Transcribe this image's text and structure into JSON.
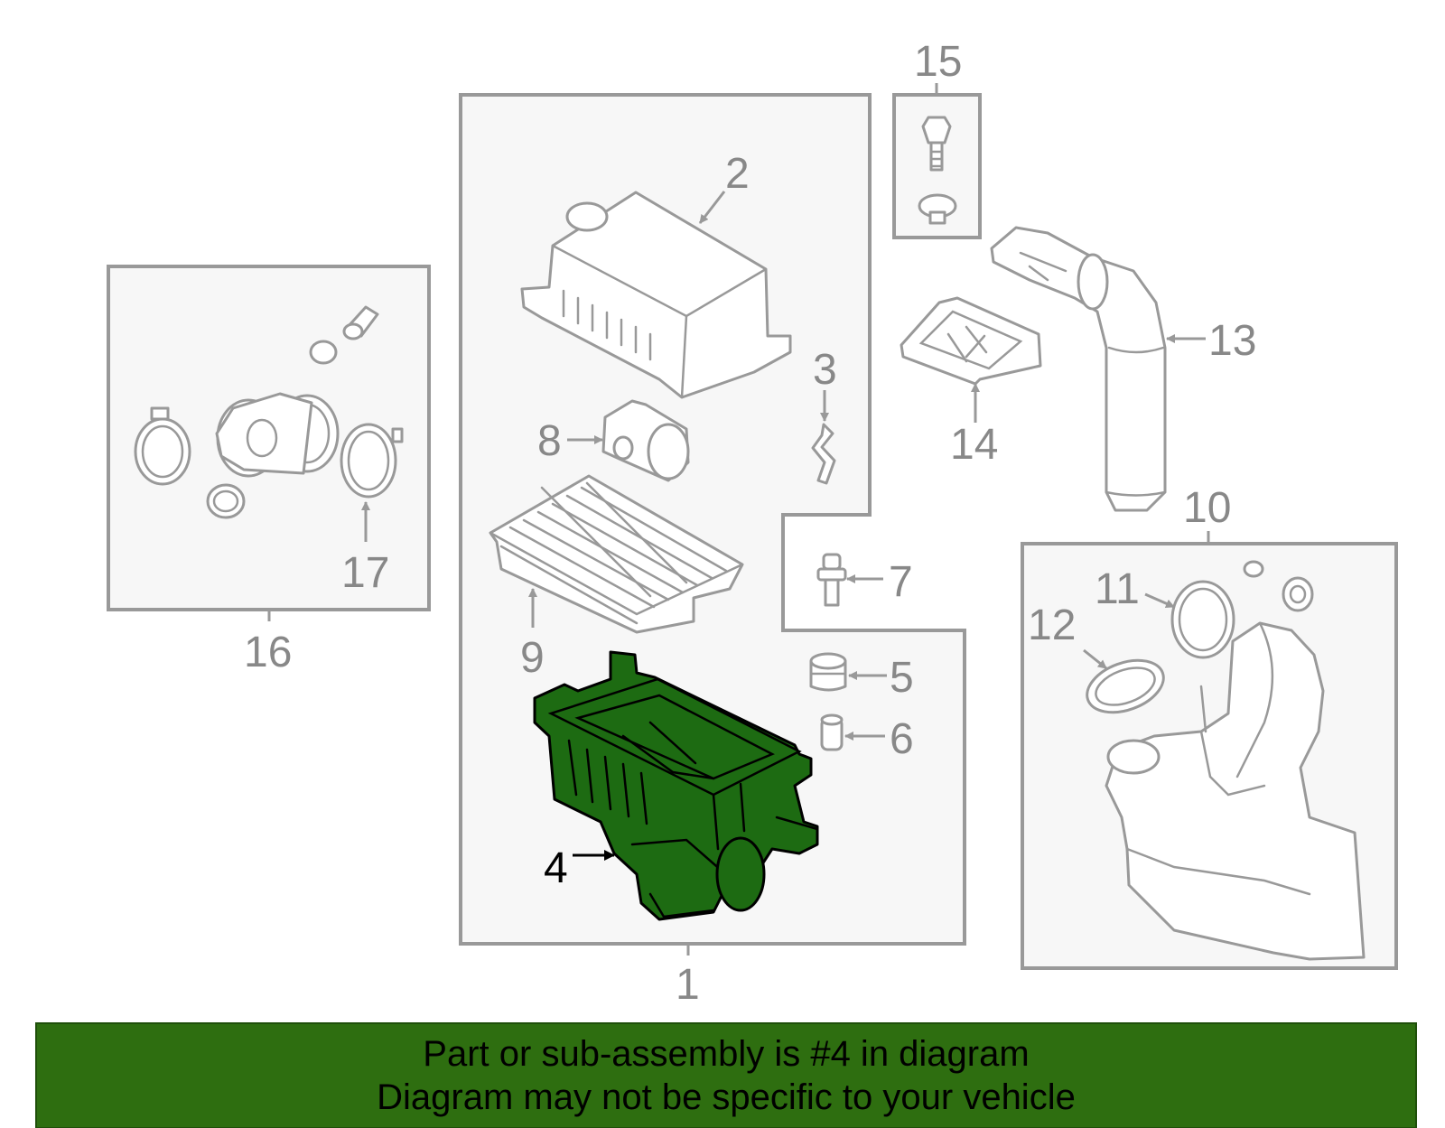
{
  "diagram": {
    "callouts": {
      "c1": "1",
      "c2": "2",
      "c3": "3",
      "c4": "4",
      "c5": "5",
      "c6": "6",
      "c7": "7",
      "c8": "8",
      "c9": "9",
      "c10": "10",
      "c11": "11",
      "c12": "12",
      "c13": "13",
      "c14": "14",
      "c15": "15",
      "c16": "16",
      "c17": "17"
    },
    "highlighted_part": "4",
    "colors": {
      "highlight_fill": "#1d6b12",
      "banner_background": "#2e6e10",
      "line_art": "#999999",
      "box_fill": "#f7f7f7"
    }
  },
  "banner": {
    "line1": "Part or sub-assembly is #4 in diagram",
    "line2": "Diagram may not be specific to your vehicle"
  }
}
